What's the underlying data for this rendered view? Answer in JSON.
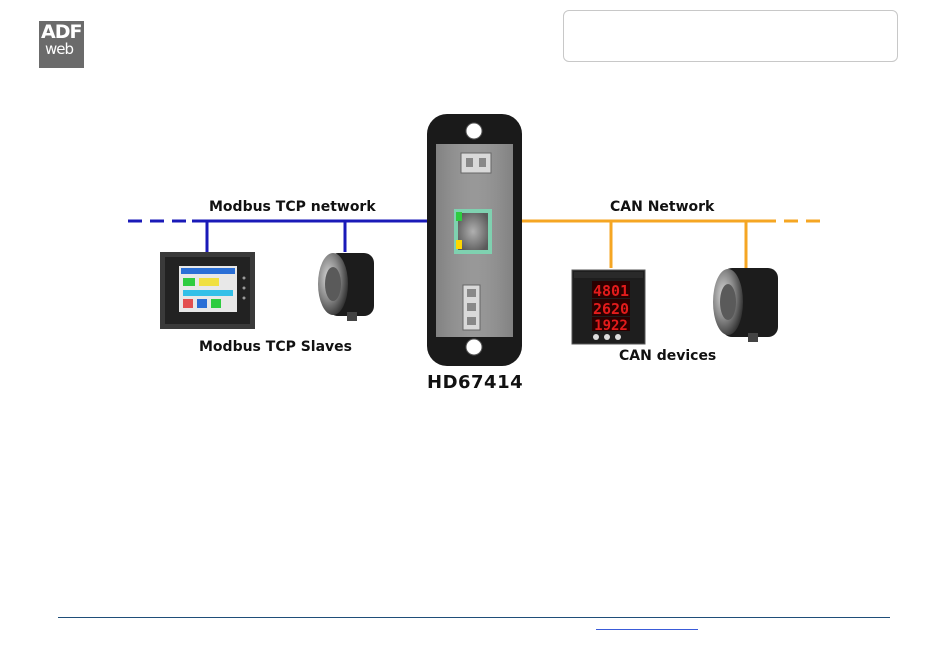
{
  "logo": {
    "line1": "ADF",
    "line2": "web"
  },
  "diagram": {
    "left_network_label": "Modbus TCP network",
    "right_network_label": "CAN Network",
    "left_devices_label": "Modbus TCP Slaves",
    "right_devices_label": "CAN devices",
    "gateway_label": "HD67414",
    "meter_readings": [
      "4801",
      "2620",
      "1922"
    ]
  },
  "colors": {
    "modbus_line": "#1a1ab8",
    "can_line": "#f5a623",
    "gateway_body": "#1a1a1a",
    "gateway_panel": "#8c8c8c",
    "ethernet_port_border": "#7fd1b0",
    "meter_digits": "#e31b1b"
  }
}
